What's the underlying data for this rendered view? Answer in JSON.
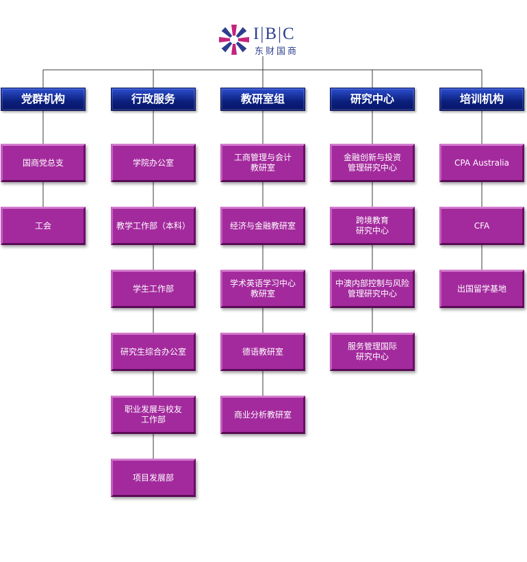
{
  "logo": {
    "text": "I|B|C",
    "subtitle": "东财国商",
    "colors": [
      "#c3247d",
      "#2d3e8e"
    ]
  },
  "colors": {
    "header": "#0b1f7c",
    "box": "#a32a9d",
    "line": "#3a3a3a"
  },
  "columns": [
    {
      "title": "党群机构",
      "items": [
        "国商党总支",
        "工会"
      ]
    },
    {
      "title": "行政服务",
      "items": [
        "学院办公室",
        "教学工作部（本科）",
        "学生工作部",
        "研究生综合办公室",
        "职业发展与校友\n工作部",
        "项目发展部"
      ]
    },
    {
      "title": "教研室组",
      "items": [
        "工商管理与会计\n教研室",
        "经济与金融教研室",
        "学术英语学习中心\n教研室",
        "德语教研室",
        "商业分析教研室"
      ]
    },
    {
      "title": "研究中心",
      "items": [
        "金融创新与投资\n管理研究中心",
        "跨境教育\n研究中心",
        "中澳内部控制与风险\n管理研究中心",
        "服务管理国际\n研究中心"
      ]
    },
    {
      "title": "培训机构",
      "items": [
        "CPA Australia",
        "CFA",
        "出国留学基地"
      ]
    }
  ]
}
